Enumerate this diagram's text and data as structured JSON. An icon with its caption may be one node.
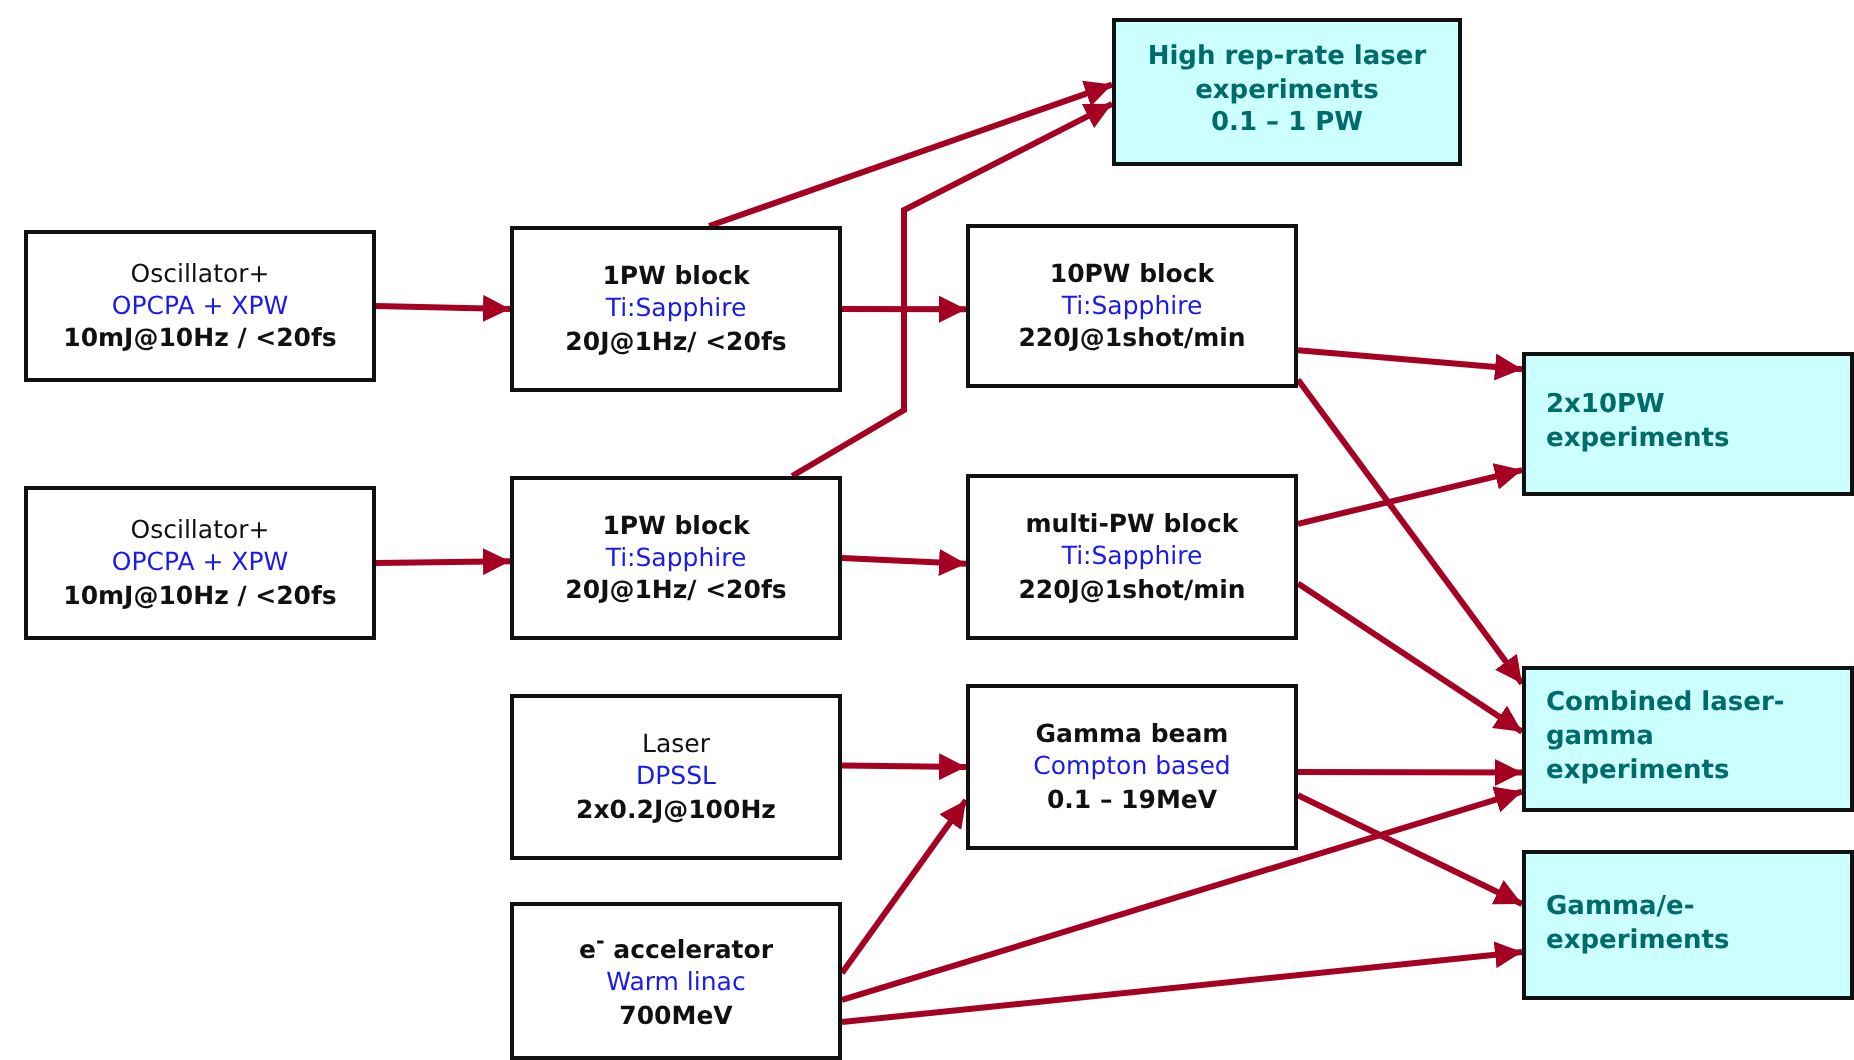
{
  "diagram": {
    "nodes": [
      {
        "text": [
          "High rep-rate laser experiments",
          "0.1 – 1 PW"
        ]
      },
      {
        "text": [
          "Oscillator+",
          "OPCPA + XPW",
          "10mJ@10Hz / <20fs"
        ]
      },
      {
        "text": [
          "1PW block",
          "Ti:Sapphire",
          "20J@1Hz/ <20fs"
        ]
      },
      {
        "text": [
          "10PW block",
          "Ti:Sapphire",
          "220J@1shot/min"
        ]
      },
      {
        "text": [
          "2x10PW experiments"
        ]
      },
      {
        "text": [
          "Oscillator+",
          "OPCPA + XPW",
          "10mJ@10Hz / <20fs"
        ]
      },
      {
        "text": [
          "1PW block",
          "Ti:Sapphire",
          "20J@1Hz/ <20fs"
        ]
      },
      {
        "text": [
          "multi-PW block",
          "Ti:Sapphire",
          "220J@1shot/min"
        ]
      },
      {
        "text": [
          "Laser",
          "DPSSL",
          "2x0.2J@100Hz"
        ]
      },
      {
        "text": [
          "Gamma beam",
          "Compton based",
          "0.1 – 19MeV"
        ]
      },
      {
        "text": [
          "Combined laser-gamma experiments"
        ]
      },
      {
        "text": [
          "e$^{-}$ accelerator",
          "Warm linac",
          "700MeV"
        ]
      },
      {
        "text": [
          "Gamma/e-experiments"
        ]
      }
    ],
    "edges": [
      {
        "from": 1,
        "to": 2,
        "arrow": "to"
      },
      {
        "from": 2,
        "to": 0,
        "arrow": "to"
      },
      {
        "from": 2,
        "to": 3,
        "arrow": "to"
      },
      {
        "from": 6,
        "to": 0,
        "arrow": "to"
      },
      {
        "from": 3,
        "to": 4,
        "arrow": "to"
      },
      {
        "from": 3,
        "to": 10,
        "arrow": "to"
      },
      {
        "from": 5,
        "to": 6,
        "arrow": "to"
      },
      {
        "from": 6,
        "to": 7,
        "arrow": "to"
      },
      {
        "from": 7,
        "to": 4,
        "arrow": "to"
      },
      {
        "from": 7,
        "to": 10,
        "arrow": "to"
      },
      {
        "from": 8,
        "to": 9,
        "arrow": "to"
      },
      {
        "from": 11,
        "to": 9,
        "arrow": "to"
      },
      {
        "from": 9,
        "to": 10,
        "arrow": "to"
      },
      {
        "from": 9,
        "to": 12,
        "arrow": "to"
      },
      {
        "from": 11,
        "to": 10,
        "arrow": "to"
      },
      {
        "from": 11,
        "to": 12,
        "arrow": "to"
      }
    ]
  }
}
